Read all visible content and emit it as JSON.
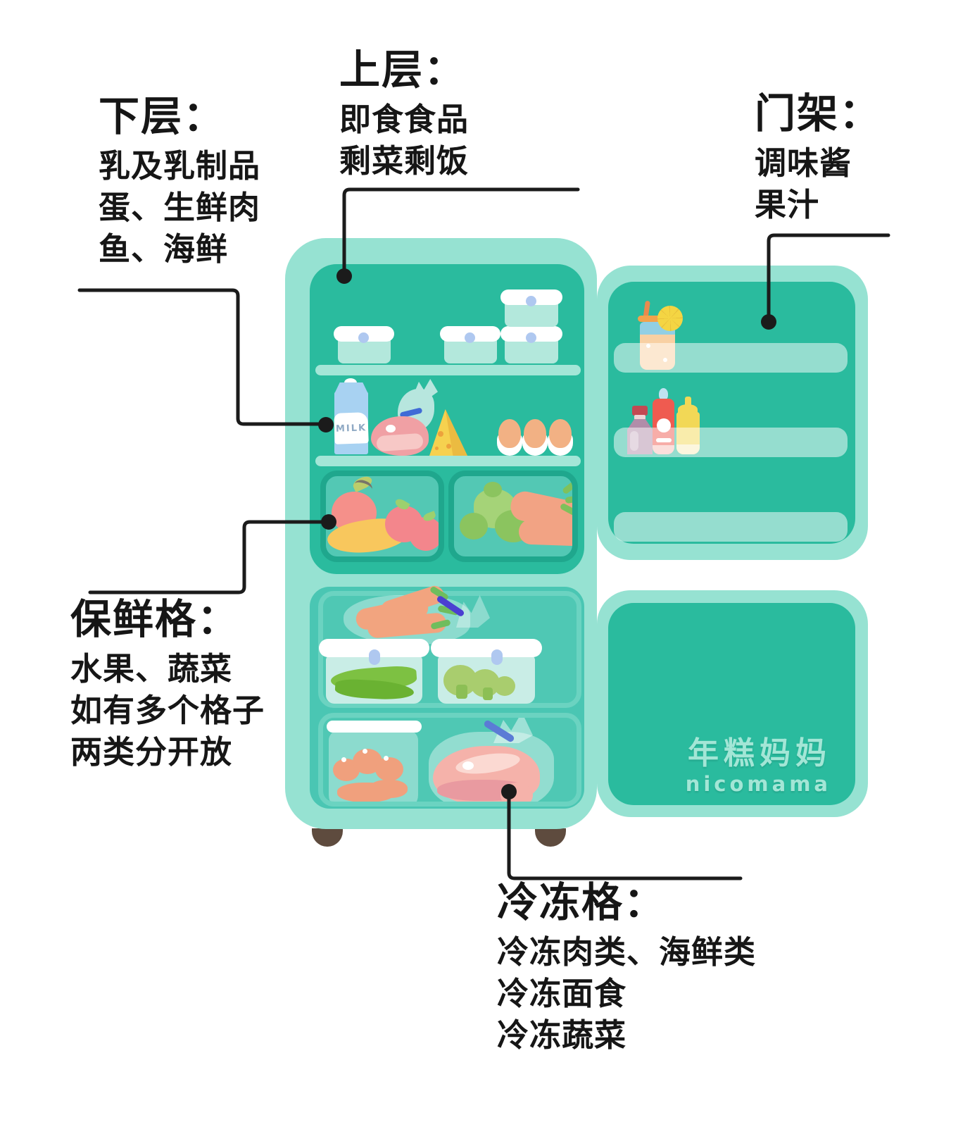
{
  "labels": {
    "upper": {
      "title": "上层：",
      "lines": [
        "即食食品",
        "剩菜剩饭"
      ]
    },
    "lower": {
      "title": "下层：",
      "lines": [
        "乳及乳制品",
        "蛋、生鲜肉",
        "鱼、海鲜"
      ]
    },
    "door_rack": {
      "title": "门架：",
      "lines": [
        "调味酱",
        "果汁"
      ]
    },
    "crisper": {
      "title": "保鲜格：",
      "lines": [
        "水果、蔬菜",
        "如有多个格子",
        "两类分开放"
      ]
    },
    "freezer": {
      "title": "冷冻格：",
      "lines": [
        "冷冻肉类、海鲜类",
        "冷冻面食",
        "冷冻蔬菜"
      ]
    }
  },
  "fridge": {
    "milk_carton_label": "MILK",
    "watermark": {
      "chinese": "年糕妈妈",
      "latin": "nicomama"
    }
  },
  "colors": {
    "fridge_body": "#96E2D2",
    "fridge_interior": "#2ABB9E",
    "freezer_interior": "#4AC6B3",
    "shelf_bar": "#A3E6D7",
    "leader_line": "#1B1B1B",
    "text": "#161616"
  }
}
